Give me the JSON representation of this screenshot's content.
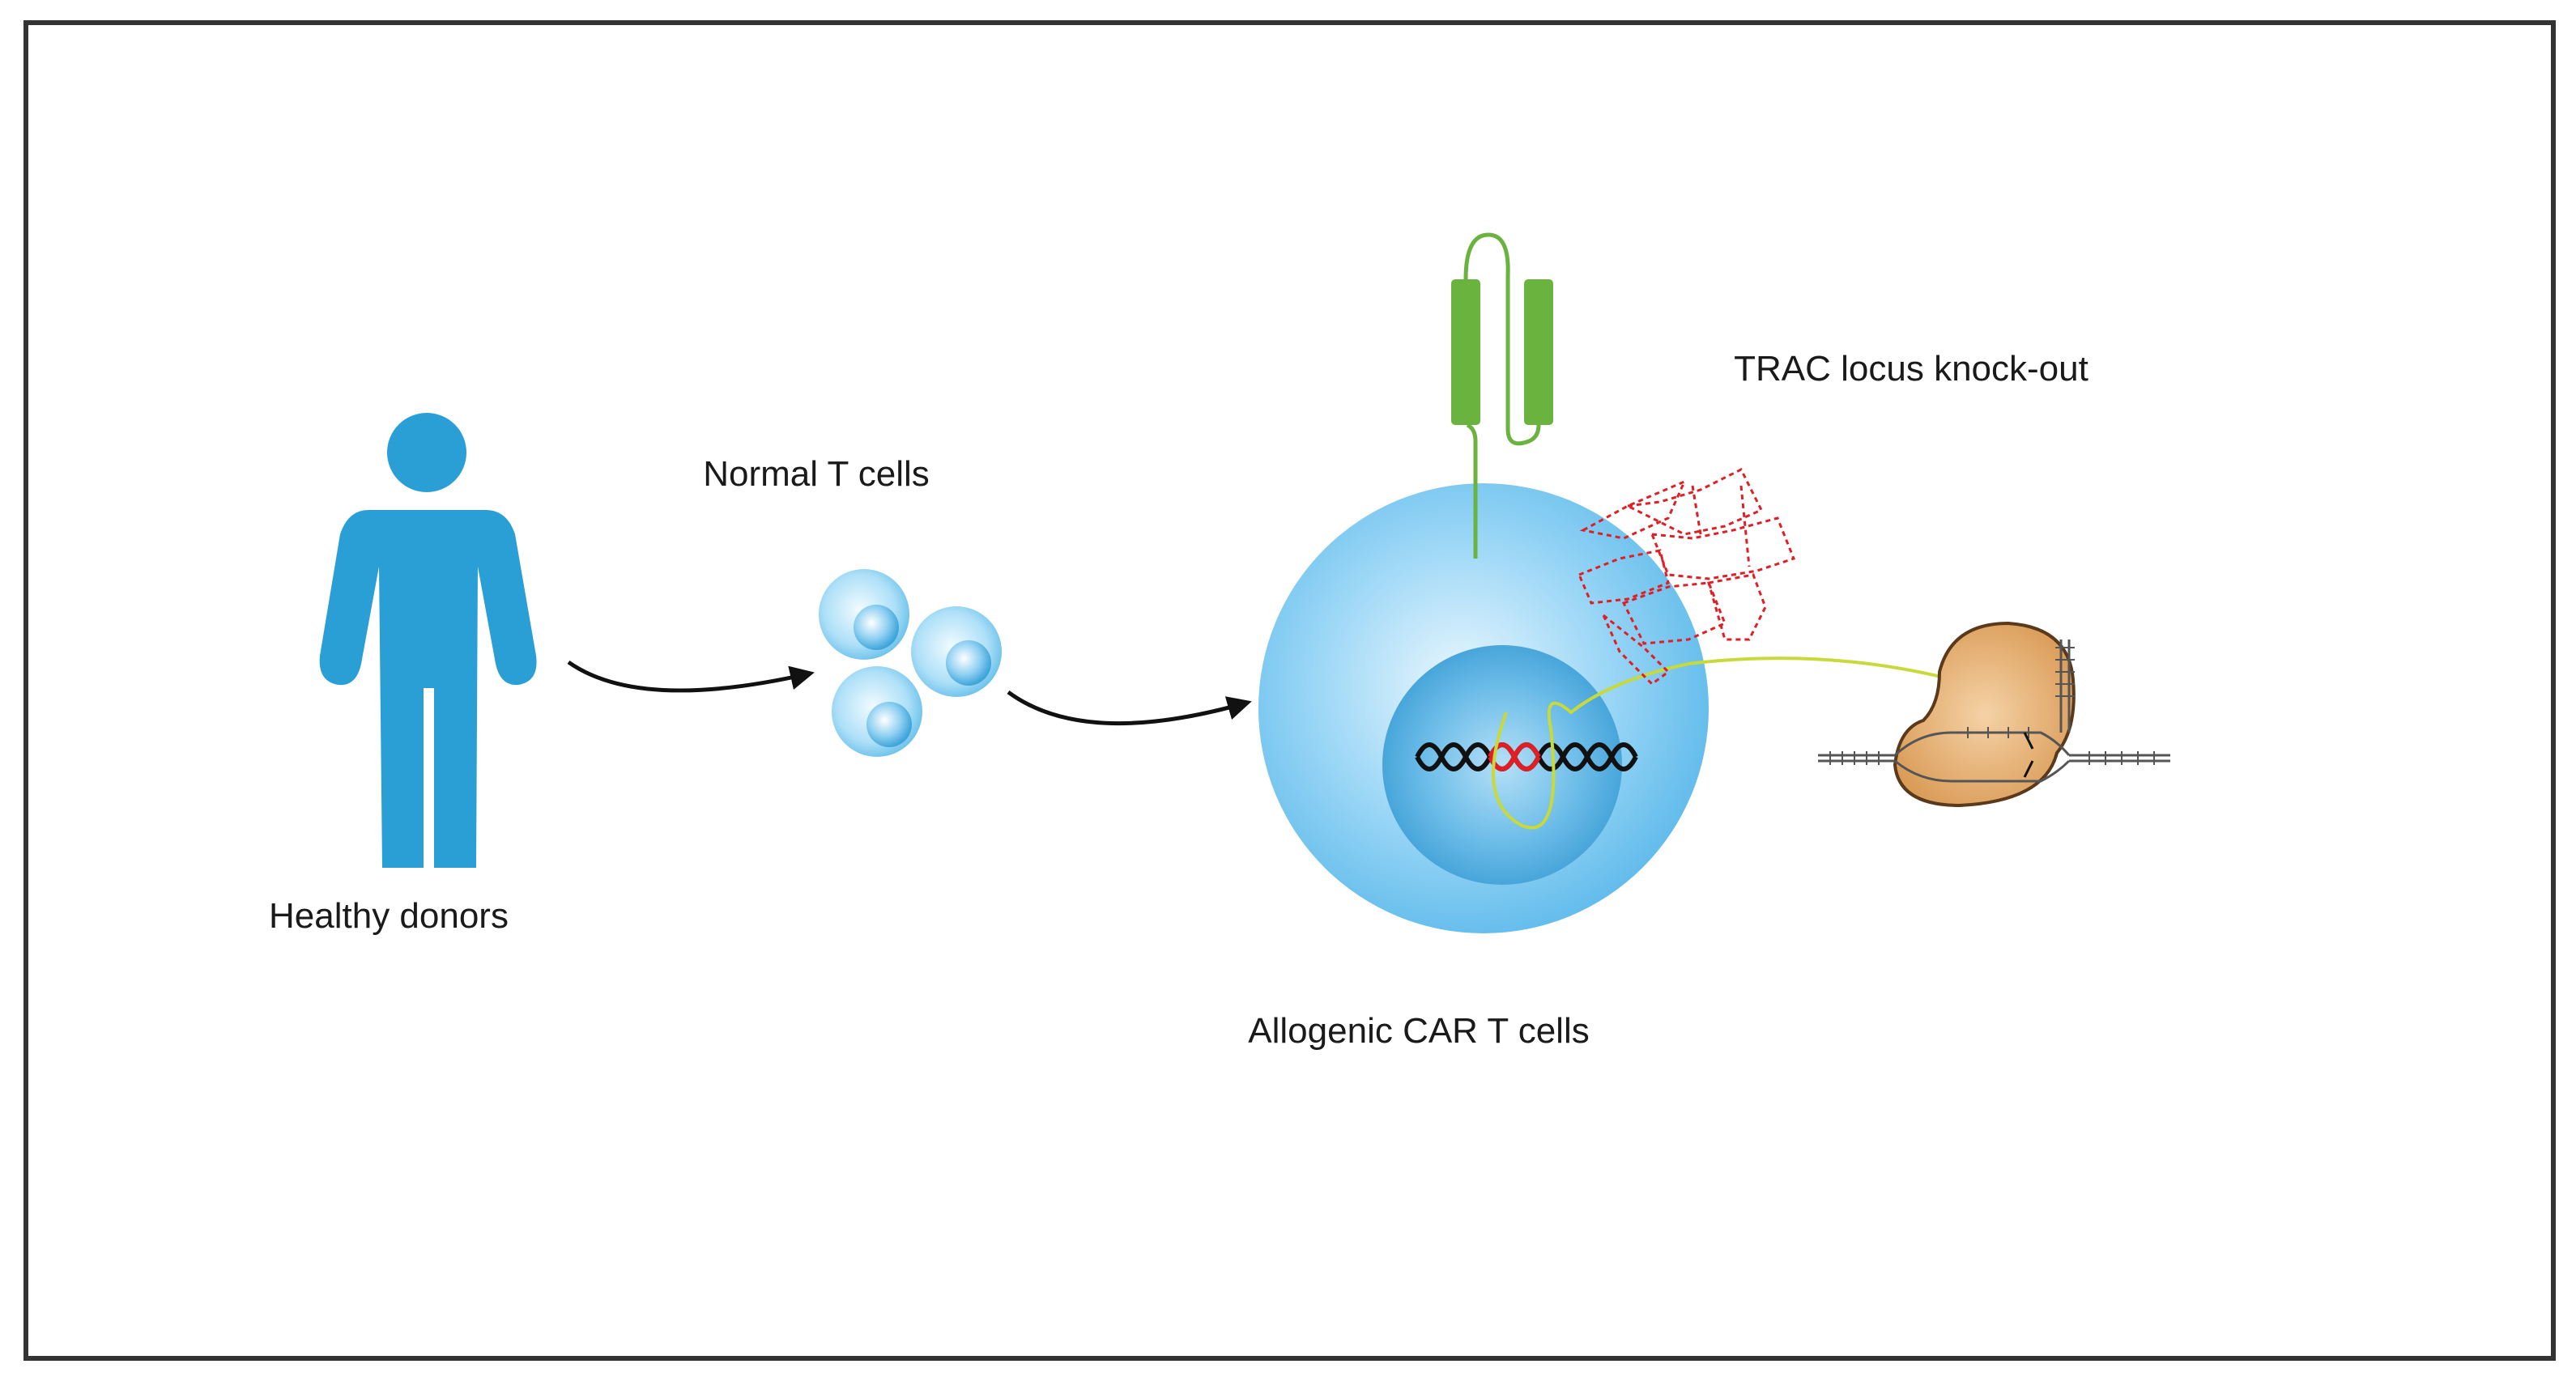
{
  "diagram": {
    "labels": {
      "donor": "Healthy donors",
      "normal_cells": "Normal T cells",
      "car_cells": "Allogenic CAR T cells",
      "knockout": "TRAC locus knock-out"
    },
    "colors": {
      "person": "#2a9fd6",
      "cell_outer": "#8ccff3",
      "cell_light": "#d6effc",
      "nucleus": "#4aa8dc",
      "car_receptor": "#6ab33e",
      "dna": "#111111",
      "dna_cut": "#e01e25",
      "knockout_tcr": "#e01e25",
      "guide_rna": "#c8d93a",
      "cas9": "#e8b57a",
      "frame": "#333333"
    },
    "icons": [
      "person-icon",
      "t-cell-icon",
      "car-receptor-icon",
      "dna-helix-icon",
      "tcr-complex-icon",
      "cas9-icon"
    ]
  }
}
